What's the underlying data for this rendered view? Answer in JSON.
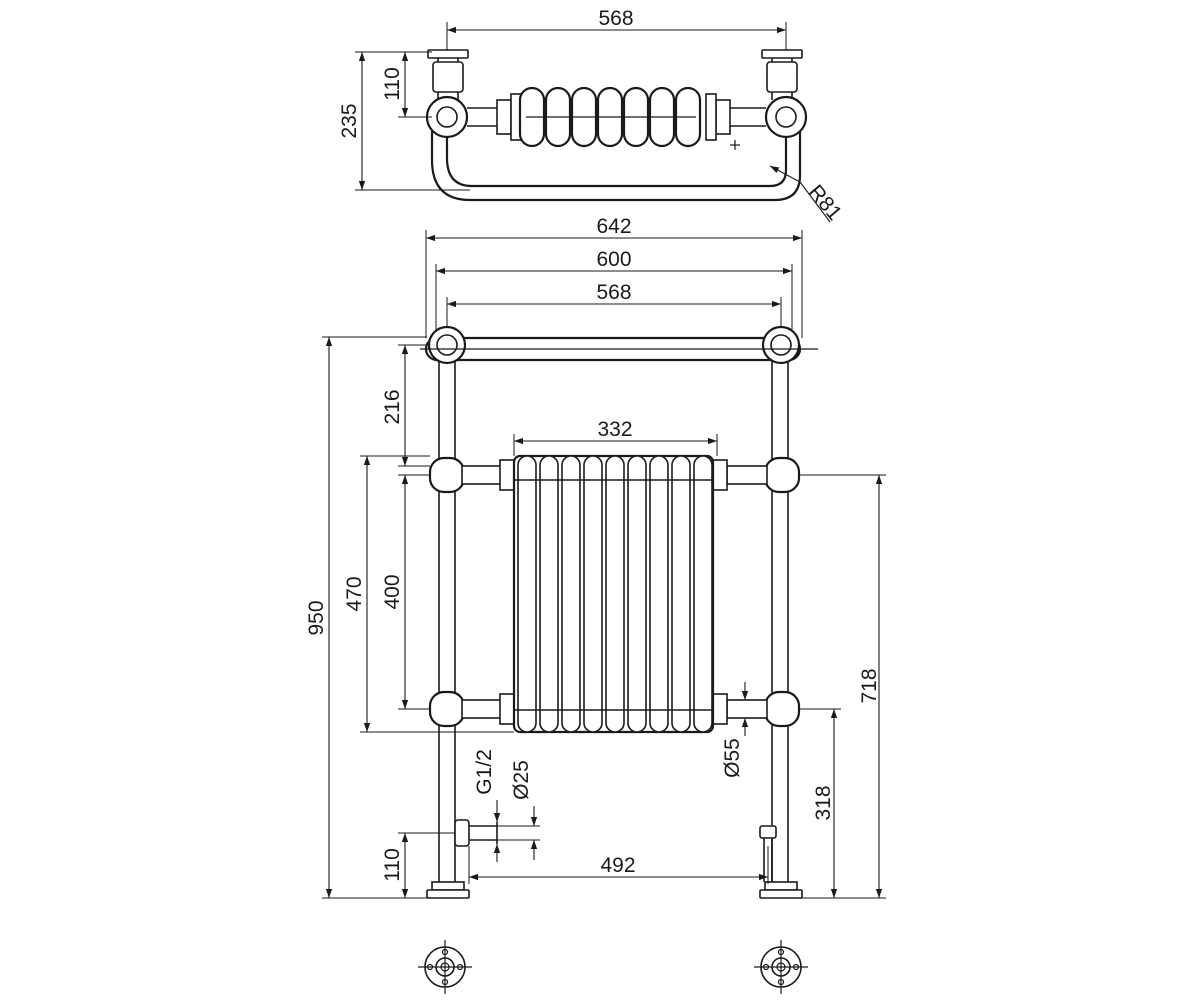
{
  "dimensions": {
    "top_width": "568",
    "top_depth": "235",
    "top_bracket": "110",
    "top_radius": "R81",
    "overall_width": "642",
    "centers_width": "600",
    "rail_width": "568",
    "radiator_width": "332",
    "overall_height": "950",
    "rail_offset": "216",
    "radiator_height": "470",
    "radiator_centers": "400",
    "valve_height": "718",
    "inlet_height": "318",
    "thread": "G1/2",
    "inlet_diameter": "Ø25",
    "pillar_diameter": "Ø55",
    "floor_bracket": "110",
    "floor_centers": "492"
  }
}
